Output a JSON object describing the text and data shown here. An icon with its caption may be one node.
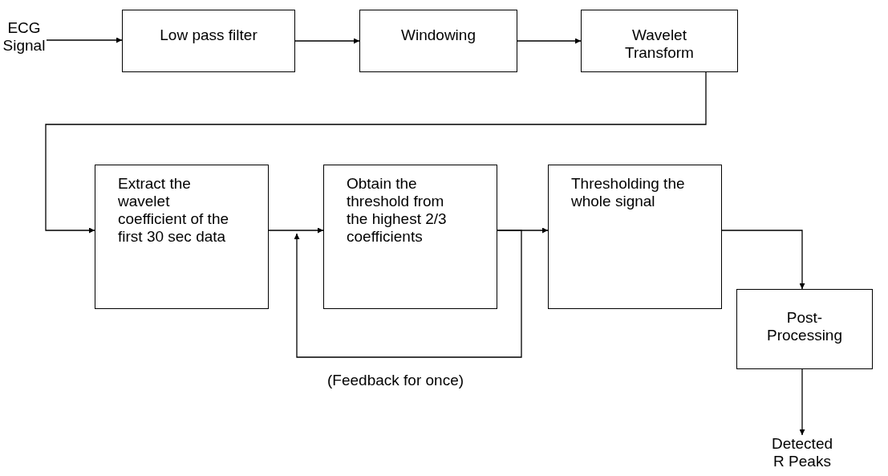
{
  "diagram": {
    "nodes": [
      {
        "text": [
          "ECG Signal"
        ]
      },
      {
        "text": [
          "Low pass filter"
        ]
      },
      {
        "text": [
          "Windowing"
        ]
      },
      {
        "text": [
          "Wavelet Transform"
        ]
      },
      {
        "text": [
          "Extract the wavelet coefficient of the first 30 sec data"
        ]
      },
      {
        "text": [
          "Obtain the threshold from the highest 2/3 coefficients"
        ]
      },
      {
        "text": [
          "Thresholding the whole signal"
        ]
      },
      {
        "text": [
          "Post-Processing"
        ]
      },
      {
        "text": [
          "Detected R Peaks"
        ]
      }
    ],
    "edges": [
      {
        "from": 0,
        "to": 1,
        "arrow": "to"
      },
      {
        "from": 1,
        "to": 2,
        "arrow": "to"
      },
      {
        "from": 2,
        "to": 3,
        "arrow": "to"
      },
      {
        "from": 3,
        "to": 4,
        "arrow": "to"
      },
      {
        "from": 4,
        "to": 5,
        "arrow": "to"
      },
      {
        "from": 5,
        "to": 6,
        "arrow": "to"
      },
      {
        "from": 5,
        "to": 5,
        "arrow": "to",
        "label": "(Feedback for once)"
      },
      {
        "from": 6,
        "to": 7,
        "arrow": "to"
      },
      {
        "from": 7,
        "to": 8,
        "arrow": "to"
      }
    ]
  }
}
